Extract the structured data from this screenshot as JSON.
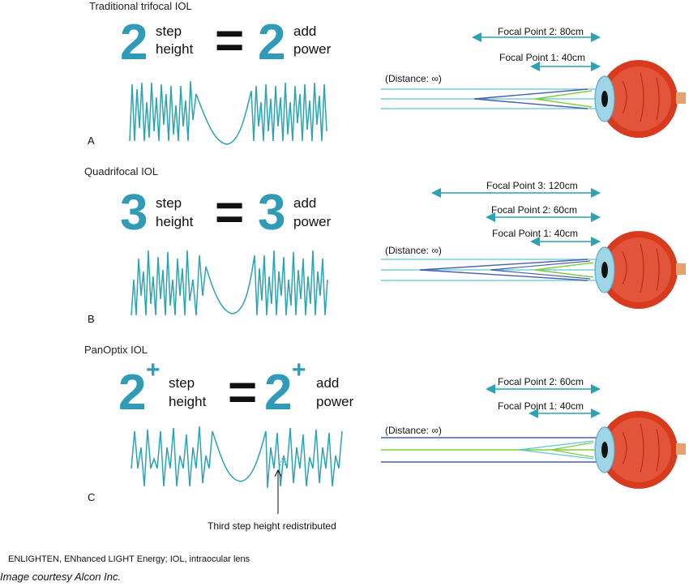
{
  "panels": [
    {
      "title": "Traditional trifocal IOL",
      "letter": "A",
      "step_number": "2",
      "step_sup": "",
      "step_text1": "step",
      "step_text2": "height",
      "equals": "=",
      "add_number": "2",
      "add_sup": "",
      "add_text1": "add",
      "add_text2": "power",
      "distance_label": "(Distance: ∞)",
      "focal_points": [
        "Focal Point 2: 80cm",
        "Focal Point 1: 40cm"
      ]
    },
    {
      "title": "Quadrifocal IOL",
      "letter": "B",
      "step_number": "3",
      "step_sup": "",
      "step_text1": "step",
      "step_text2": "height",
      "equals": "=",
      "add_number": "3",
      "add_sup": "",
      "add_text1": "add",
      "add_text2": "power",
      "distance_label": "(Distance: ∞)",
      "focal_points": [
        "Focal Point 3: 120cm",
        "Focal Point 2: 60cm",
        "Focal Point 1: 40cm"
      ]
    },
    {
      "title": "PanOptix  IOL",
      "letter": "C",
      "step_number": "2",
      "step_sup": "+",
      "step_text1": "step",
      "step_text2": "height",
      "equals": "=",
      "add_number": "2",
      "add_sup": "+",
      "add_text1": "add",
      "add_text2": "power",
      "distance_label": "(Distance: ∞)",
      "focal_points": [
        "Focal Point 2: 60cm",
        "Focal Point 1: 40cm"
      ],
      "annotation": "Third step height redistributed"
    }
  ],
  "footer": {
    "abbreviations": "ENLIGHTEN,  ENhanced LIGHT Energy; IOL, intraocular lens",
    "credit": "Image courtesy Alcon Inc."
  },
  "colors": {
    "accent": "#2f9bb7",
    "wave": "#2aa3b3",
    "ray_blue": "#4a5fb0",
    "ray_green": "#7fcf3a",
    "ray_cyan": "#5ec6d6",
    "eye_red": "#d83a1e"
  }
}
